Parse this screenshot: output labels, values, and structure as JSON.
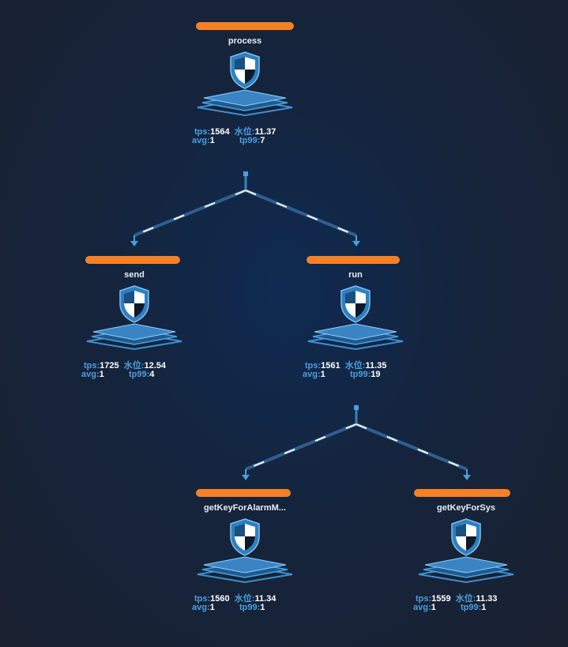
{
  "colors": {
    "link": "#2f5f8f",
    "dash": "#ffffff",
    "accent": "#4a9fe0",
    "redaction": "#f58025",
    "shield": "#2f7fc0"
  },
  "nodes": [
    {
      "id": "process",
      "name": "process",
      "tps": "1564",
      "level": "11.37",
      "avg": "1",
      "tp99": "7"
    },
    {
      "id": "send",
      "name": "send",
      "tps": "1725",
      "level": "12.54",
      "avg": "1",
      "tp99": "4"
    },
    {
      "id": "run",
      "name": "run",
      "tps": "1561",
      "level": "11.35",
      "avg": "1",
      "tp99": "19"
    },
    {
      "id": "alarm",
      "name": "getKeyForAlarmM...",
      "tps": "1560",
      "level": "11.34",
      "avg": "1",
      "tp99": "1"
    },
    {
      "id": "sys",
      "name": "getKeyForSys",
      "tps": "1559",
      "level": "11.33",
      "avg": "1",
      "tp99": "1"
    }
  ],
  "edges": [
    {
      "from": "process",
      "to": "send"
    },
    {
      "from": "process",
      "to": "run"
    },
    {
      "from": "run",
      "to": "alarm"
    },
    {
      "from": "run",
      "to": "sys"
    }
  ],
  "labels": {
    "tps": "tps:",
    "level": "水位:",
    "avg": "avg:",
    "tp99": "tp99:"
  }
}
